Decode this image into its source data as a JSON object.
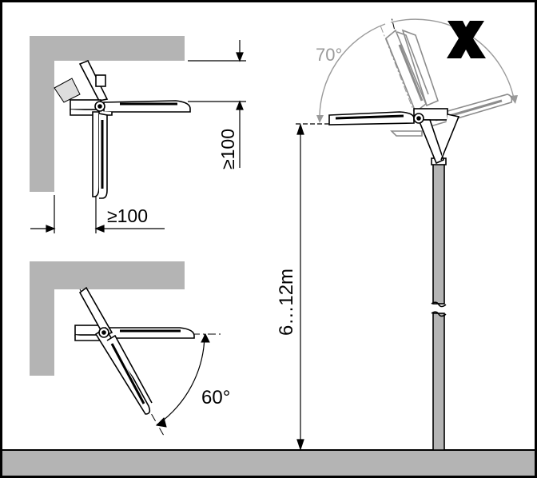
{
  "labels": {
    "clearance_side": "≥100",
    "clearance_top": "≥100",
    "tilt_angle": "60°",
    "max_tilt_angle": "70°",
    "mount_height": "6…12m"
  },
  "colors": {
    "wall": "#b4b4b4",
    "ground": "#b4b4b4",
    "line": "#000000",
    "ghost": "#8c8c8c"
  },
  "icons": {
    "forbidden": "x-mark-icon"
  }
}
